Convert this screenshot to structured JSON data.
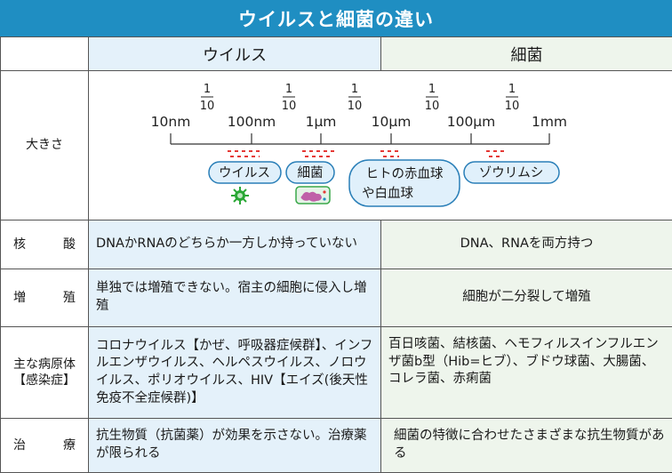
{
  "title": "ウイルスと細菌の違い",
  "header": {
    "virus": "ウイルス",
    "bacteria": "細菌"
  },
  "rows": {
    "size": {
      "label": "大きさ"
    },
    "nucleic_acid": {
      "label": "核　酸",
      "virus": "DNAかRNAのどちらか一方しか持っていない",
      "bacteria": "DNA、RNAを両方持つ"
    },
    "replication": {
      "label": "増　殖",
      "virus": "単独では増殖できない。宿主の細胞に侵入し増殖",
      "bacteria": "細胞が二分裂して増殖"
    },
    "examples": {
      "label_line1": "主な病原体",
      "label_line2": "【感染症】",
      "virus": "コロナウイルス【かぜ、呼吸器症候群】、インフルエンザウイルス、ヘルペスウイルス、ノロウイルス、ポリオウイルス、HIV【エイズ(後天性免疫不全症候群)】",
      "bacteria": "百日咳菌、結核菌、ヘモフィルスインフルエンザ菌b型（Hib=ヒブ）、ブドウ球菌、大腸菌、コレラ菌、赤痢菌"
    },
    "treatment": {
      "label": "治　療",
      "virus": "抗生物質（抗菌薬）が効果を示さない。治療薬が限られる",
      "bacteria": "細菌の特徴に合わせたさまざまな抗生物質がある"
    }
  },
  "scale": {
    "fraction_numerator": "1",
    "fraction_denominator": "10",
    "ticks": [
      "10nm",
      "100nm",
      "1μm",
      "10μm",
      "100μm",
      "1mm"
    ],
    "organisms": [
      {
        "label": "ウイルス"
      },
      {
        "label": "細菌"
      },
      {
        "label_line1": "ヒトの赤血球",
        "label_line2": "や白血球"
      },
      {
        "label": "ゾウリムシ"
      }
    ]
  },
  "colors": {
    "title_bg": "#1f8ec2",
    "virus_bg": "#e4f1fa",
    "bacteria_bg": "#eef5ec",
    "pill_fill": "#e0f0fb",
    "pill_stroke": "#2a7fb8",
    "size_marker": "#e53935",
    "virus_icon": "#2aa836",
    "bacteria_icon": "#c060a8"
  },
  "icons": [
    "virus-icon",
    "bacteria-icon"
  ]
}
